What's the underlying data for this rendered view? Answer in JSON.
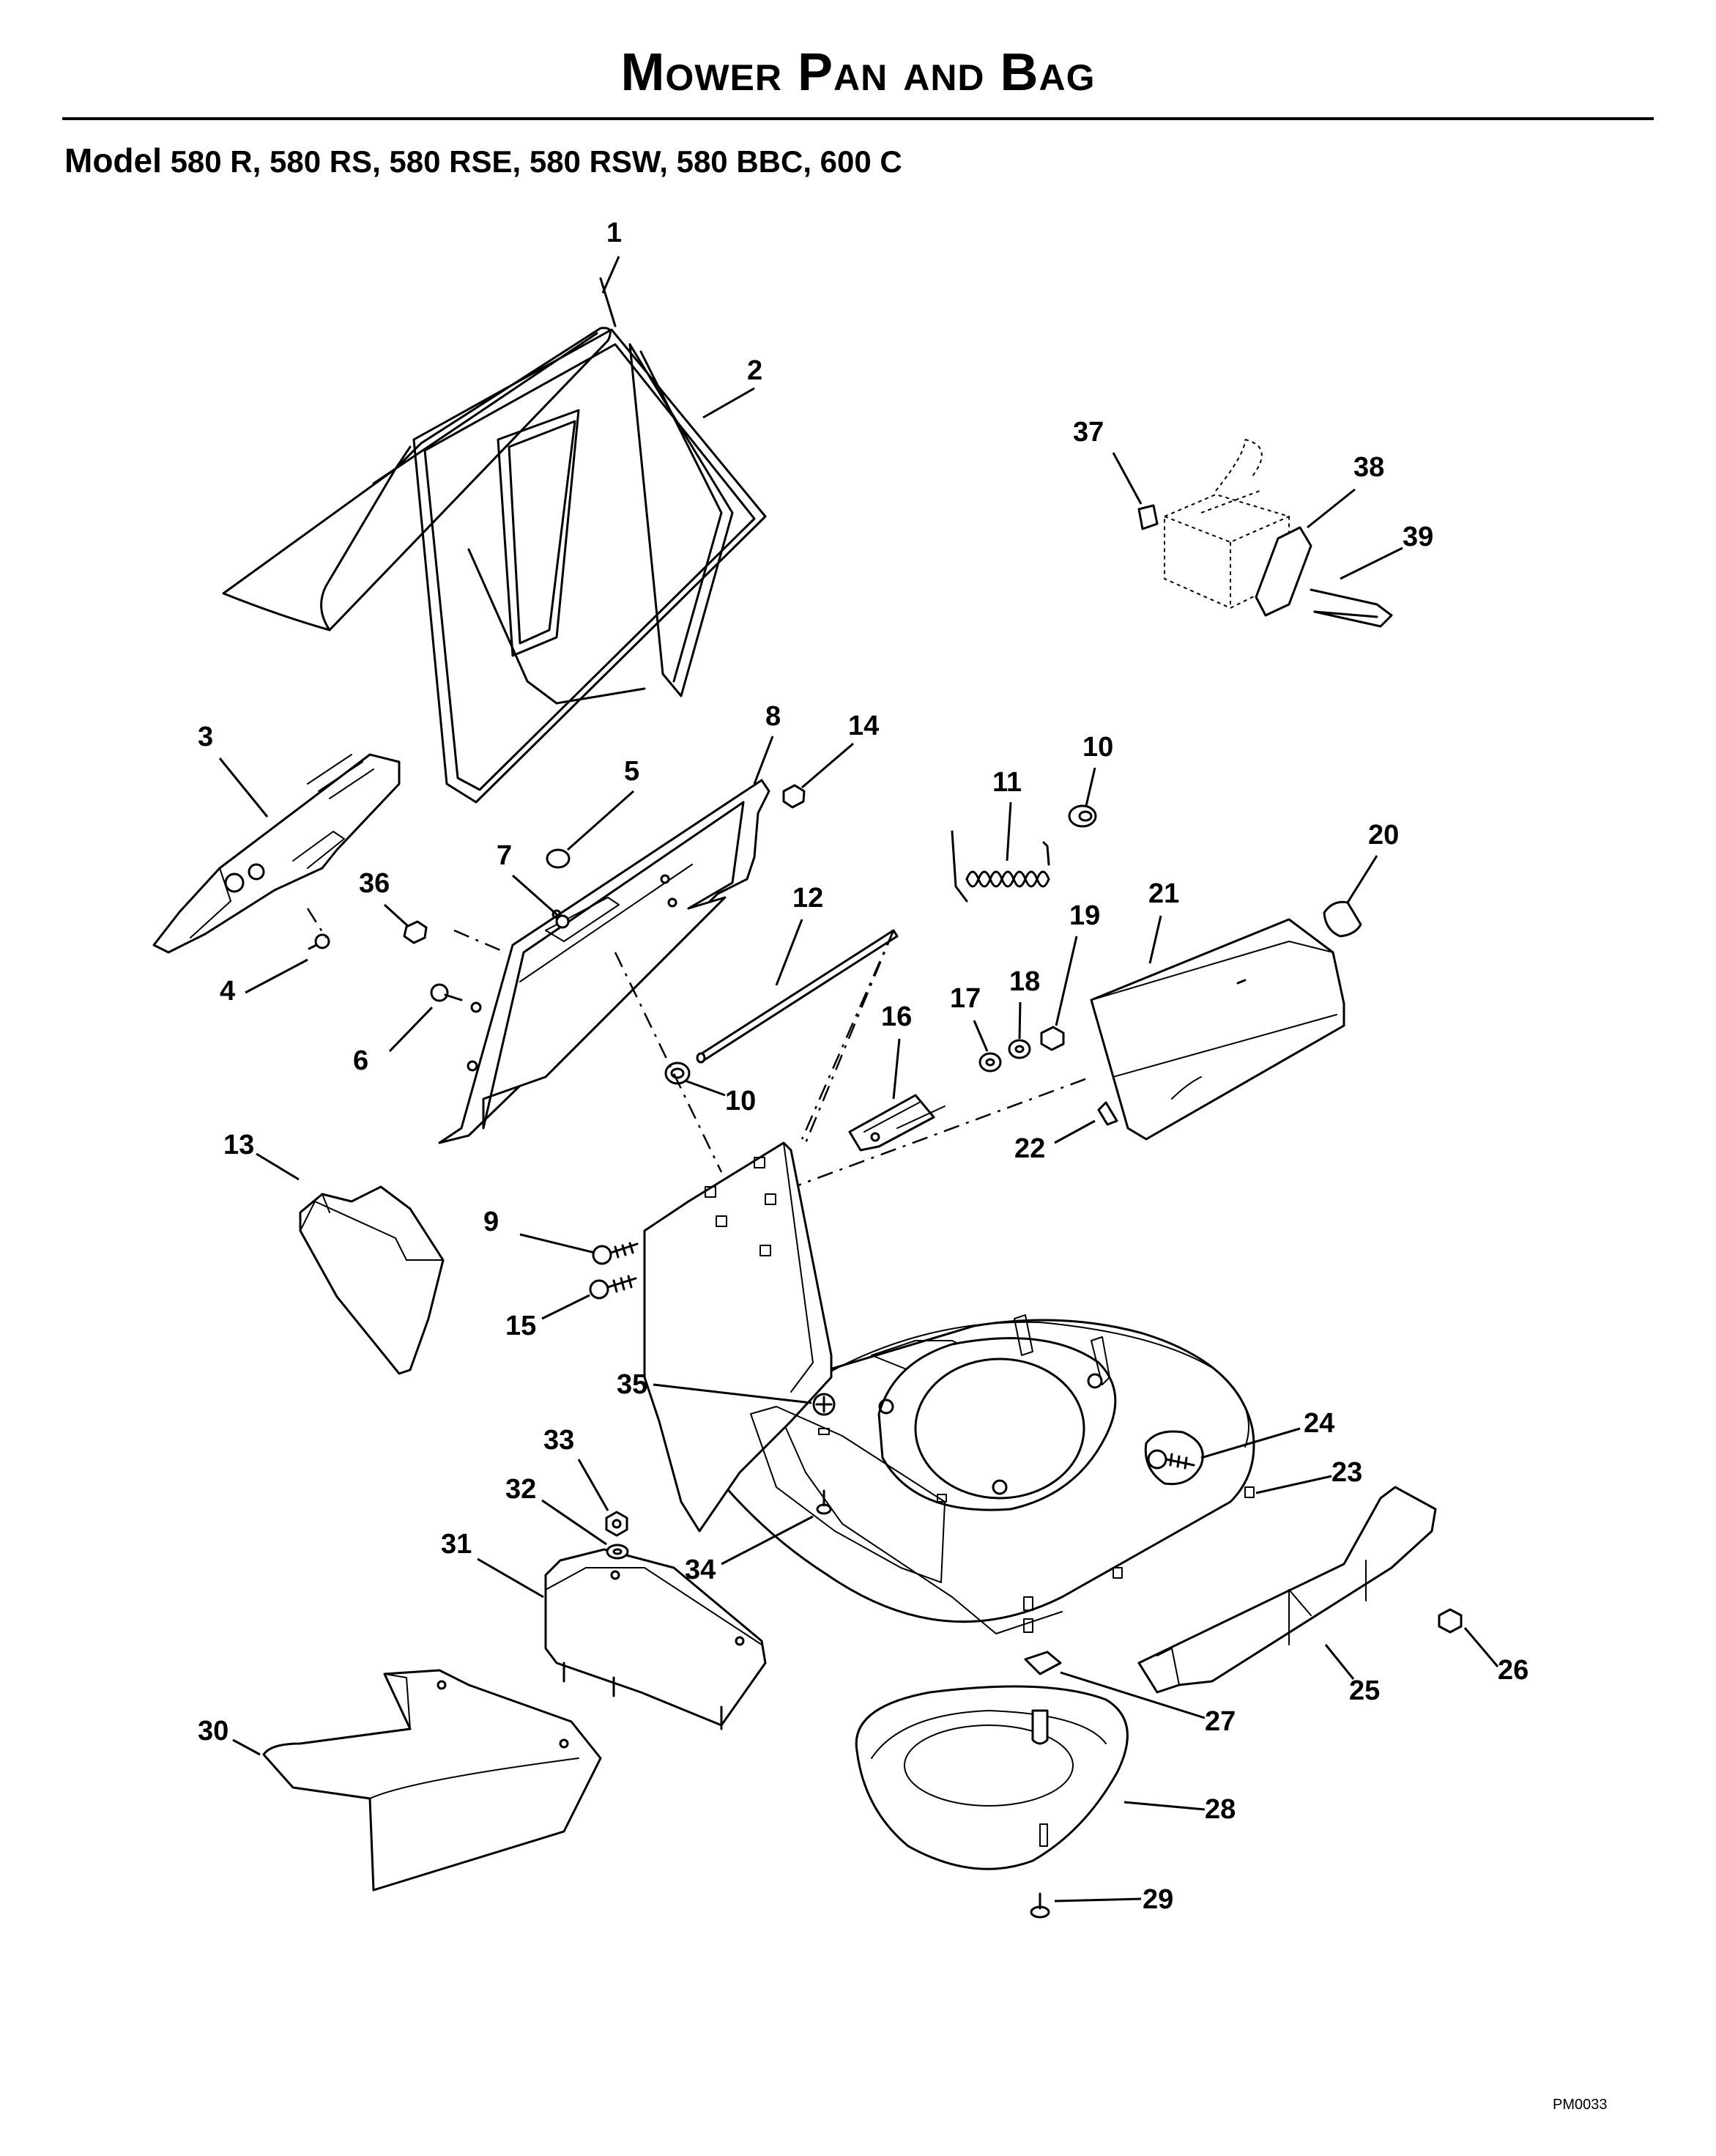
{
  "page": {
    "title": "Mower Pan and Bag",
    "model_label": "Model",
    "model_list": "580 R, 580 RS, 580 RSE, 580 RSW, 580 BBC, 600 C",
    "drawing_code": "PM0033"
  },
  "callouts": [
    {
      "id": "1",
      "label": "1"
    },
    {
      "id": "2",
      "label": "2"
    },
    {
      "id": "3",
      "label": "3"
    },
    {
      "id": "4",
      "label": "4"
    },
    {
      "id": "5",
      "label": "5"
    },
    {
      "id": "6",
      "label": "6"
    },
    {
      "id": "7",
      "label": "7"
    },
    {
      "id": "8",
      "label": "8"
    },
    {
      "id": "9",
      "label": "9"
    },
    {
      "id": "10a",
      "label": "10"
    },
    {
      "id": "10b",
      "label": "10"
    },
    {
      "id": "11",
      "label": "11"
    },
    {
      "id": "12",
      "label": "12"
    },
    {
      "id": "13",
      "label": "13"
    },
    {
      "id": "14",
      "label": "14"
    },
    {
      "id": "15",
      "label": "15"
    },
    {
      "id": "16",
      "label": "16"
    },
    {
      "id": "17",
      "label": "17"
    },
    {
      "id": "18",
      "label": "18"
    },
    {
      "id": "19",
      "label": "19"
    },
    {
      "id": "20",
      "label": "20"
    },
    {
      "id": "21",
      "label": "21"
    },
    {
      "id": "22",
      "label": "22"
    },
    {
      "id": "23",
      "label": "23"
    },
    {
      "id": "24",
      "label": "24"
    },
    {
      "id": "25",
      "label": "25"
    },
    {
      "id": "26",
      "label": "26"
    },
    {
      "id": "27",
      "label": "27"
    },
    {
      "id": "28",
      "label": "28"
    },
    {
      "id": "29",
      "label": "29"
    },
    {
      "id": "30",
      "label": "30"
    },
    {
      "id": "31",
      "label": "31"
    },
    {
      "id": "32",
      "label": "32"
    },
    {
      "id": "33",
      "label": "33"
    },
    {
      "id": "34",
      "label": "34"
    },
    {
      "id": "35",
      "label": "35"
    },
    {
      "id": "36",
      "label": "36"
    },
    {
      "id": "37",
      "label": "37"
    },
    {
      "id": "38",
      "label": "38"
    },
    {
      "id": "39",
      "label": "39"
    }
  ]
}
